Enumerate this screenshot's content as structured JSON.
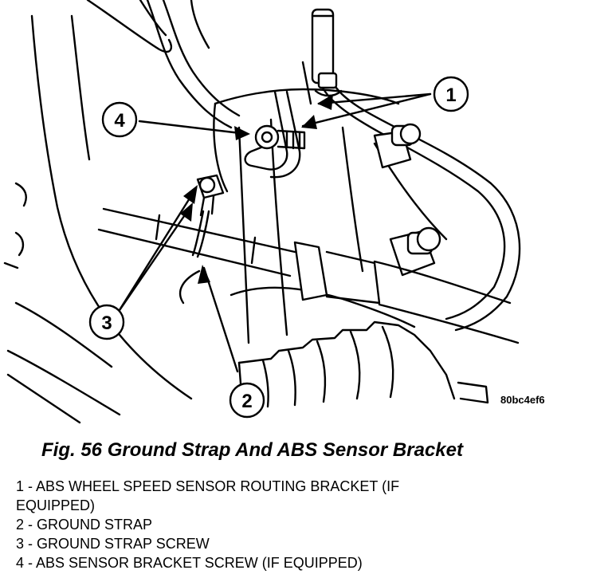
{
  "figure": {
    "image_code": "80bc4ef6",
    "callouts": [
      {
        "number": "1"
      },
      {
        "number": "2"
      },
      {
        "number": "3"
      },
      {
        "number": "4"
      }
    ]
  },
  "caption": "Fig. 56 Ground Strap And ABS Sensor Bracket",
  "legend": [
    "1 - ABS WHEEL SPEED SENSOR ROUTING BRACKET (IF",
    "EQUIPPED)",
    "2 - GROUND STRAP",
    "3 - GROUND STRAP SCREW",
    "4 - ABS SENSOR BRACKET SCREW (IF EQUIPPED)"
  ]
}
